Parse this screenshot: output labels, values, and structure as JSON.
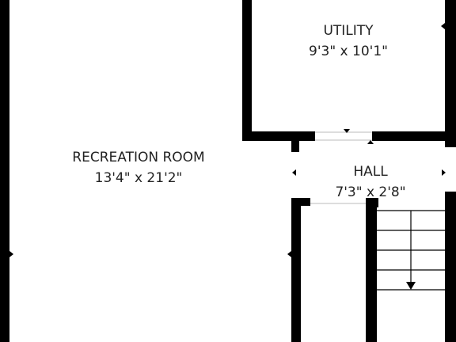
{
  "rooms": {
    "recreation": {
      "name": "RECREATION ROOM",
      "dimensions": "13'4\" x 21'2\""
    },
    "utility": {
      "name": "UTILITY",
      "dimensions": "9'3\" x 10'1\""
    },
    "hall": {
      "name": "HALL",
      "dimensions": "7'3\" x 2'8\""
    }
  },
  "colors": {
    "wall": "#000000",
    "background": "#ffffff",
    "text": "#222222"
  }
}
